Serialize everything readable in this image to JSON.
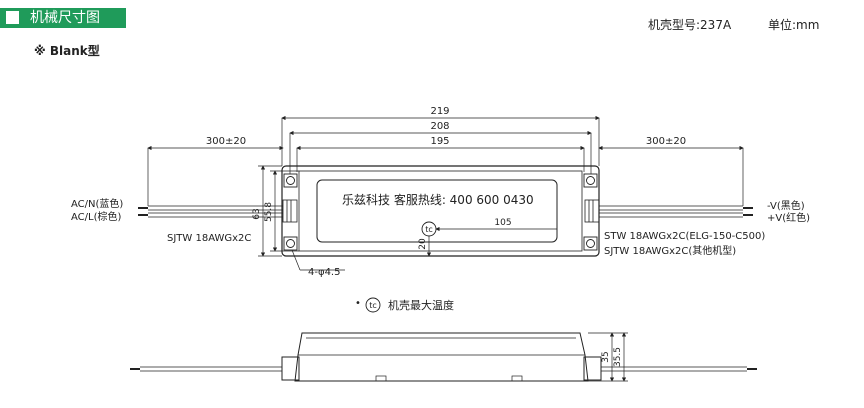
{
  "header": {
    "title": "机械尺寸图"
  },
  "model": {
    "text": "机壳型号:237A"
  },
  "unit": {
    "text": "单位:mm"
  },
  "variant": {
    "text": "※ Blank型"
  },
  "dimensions": {
    "d219": "219",
    "d208": "208",
    "d195": "195",
    "cable_left": "300±20",
    "cable_right": "300±20",
    "height_63": "63",
    "height_55_8": "55.8",
    "d105": "105",
    "d20": "20",
    "holes": "4-φ4.5",
    "side_35": "35",
    "side_35_5": "35.5"
  },
  "labels": {
    "acn": "AC/N(蓝色)",
    "acl": "AC/L(棕色)",
    "sjtw_left": "SJTW 18AWGx2C",
    "vminus": "-V(黑色)",
    "vplus": "+V(红色)",
    "stw_right": "STW 18AWGx2C(ELG-150-C500)",
    "sjtw_right": "SJTW 18AWGx2C(其他机型)",
    "hotline": "乐兹科技 客服热线:  400 600 0430",
    "tc": "tc",
    "tc_legend": "机壳最大温度"
  }
}
